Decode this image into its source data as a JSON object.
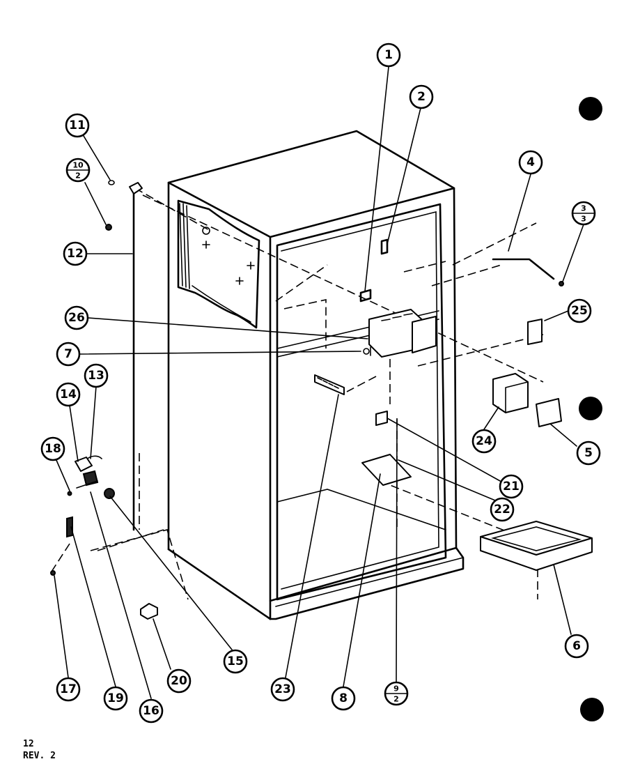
{
  "callouts": {
    "c1": "1",
    "c2": "2",
    "c4": "4",
    "c5": "5",
    "c6": "6",
    "c7": "7",
    "c8": "8",
    "c11": "11",
    "c12": "12",
    "c13": "13",
    "c14": "14",
    "c15": "15",
    "c16": "16",
    "c17": "17",
    "c18": "18",
    "c19": "19",
    "c20": "20",
    "c21": "21",
    "c22": "22",
    "c23": "23",
    "c24": "24",
    "c25": "25",
    "c26": "26"
  },
  "fractions": {
    "f10_2": {
      "top": "10",
      "bottom": "2"
    },
    "f3_3": {
      "top": "3",
      "bottom": "3"
    },
    "f9_2": {
      "top": "9",
      "bottom": "2"
    }
  },
  "footer": {
    "page": "12",
    "revision": "REV. 2"
  }
}
